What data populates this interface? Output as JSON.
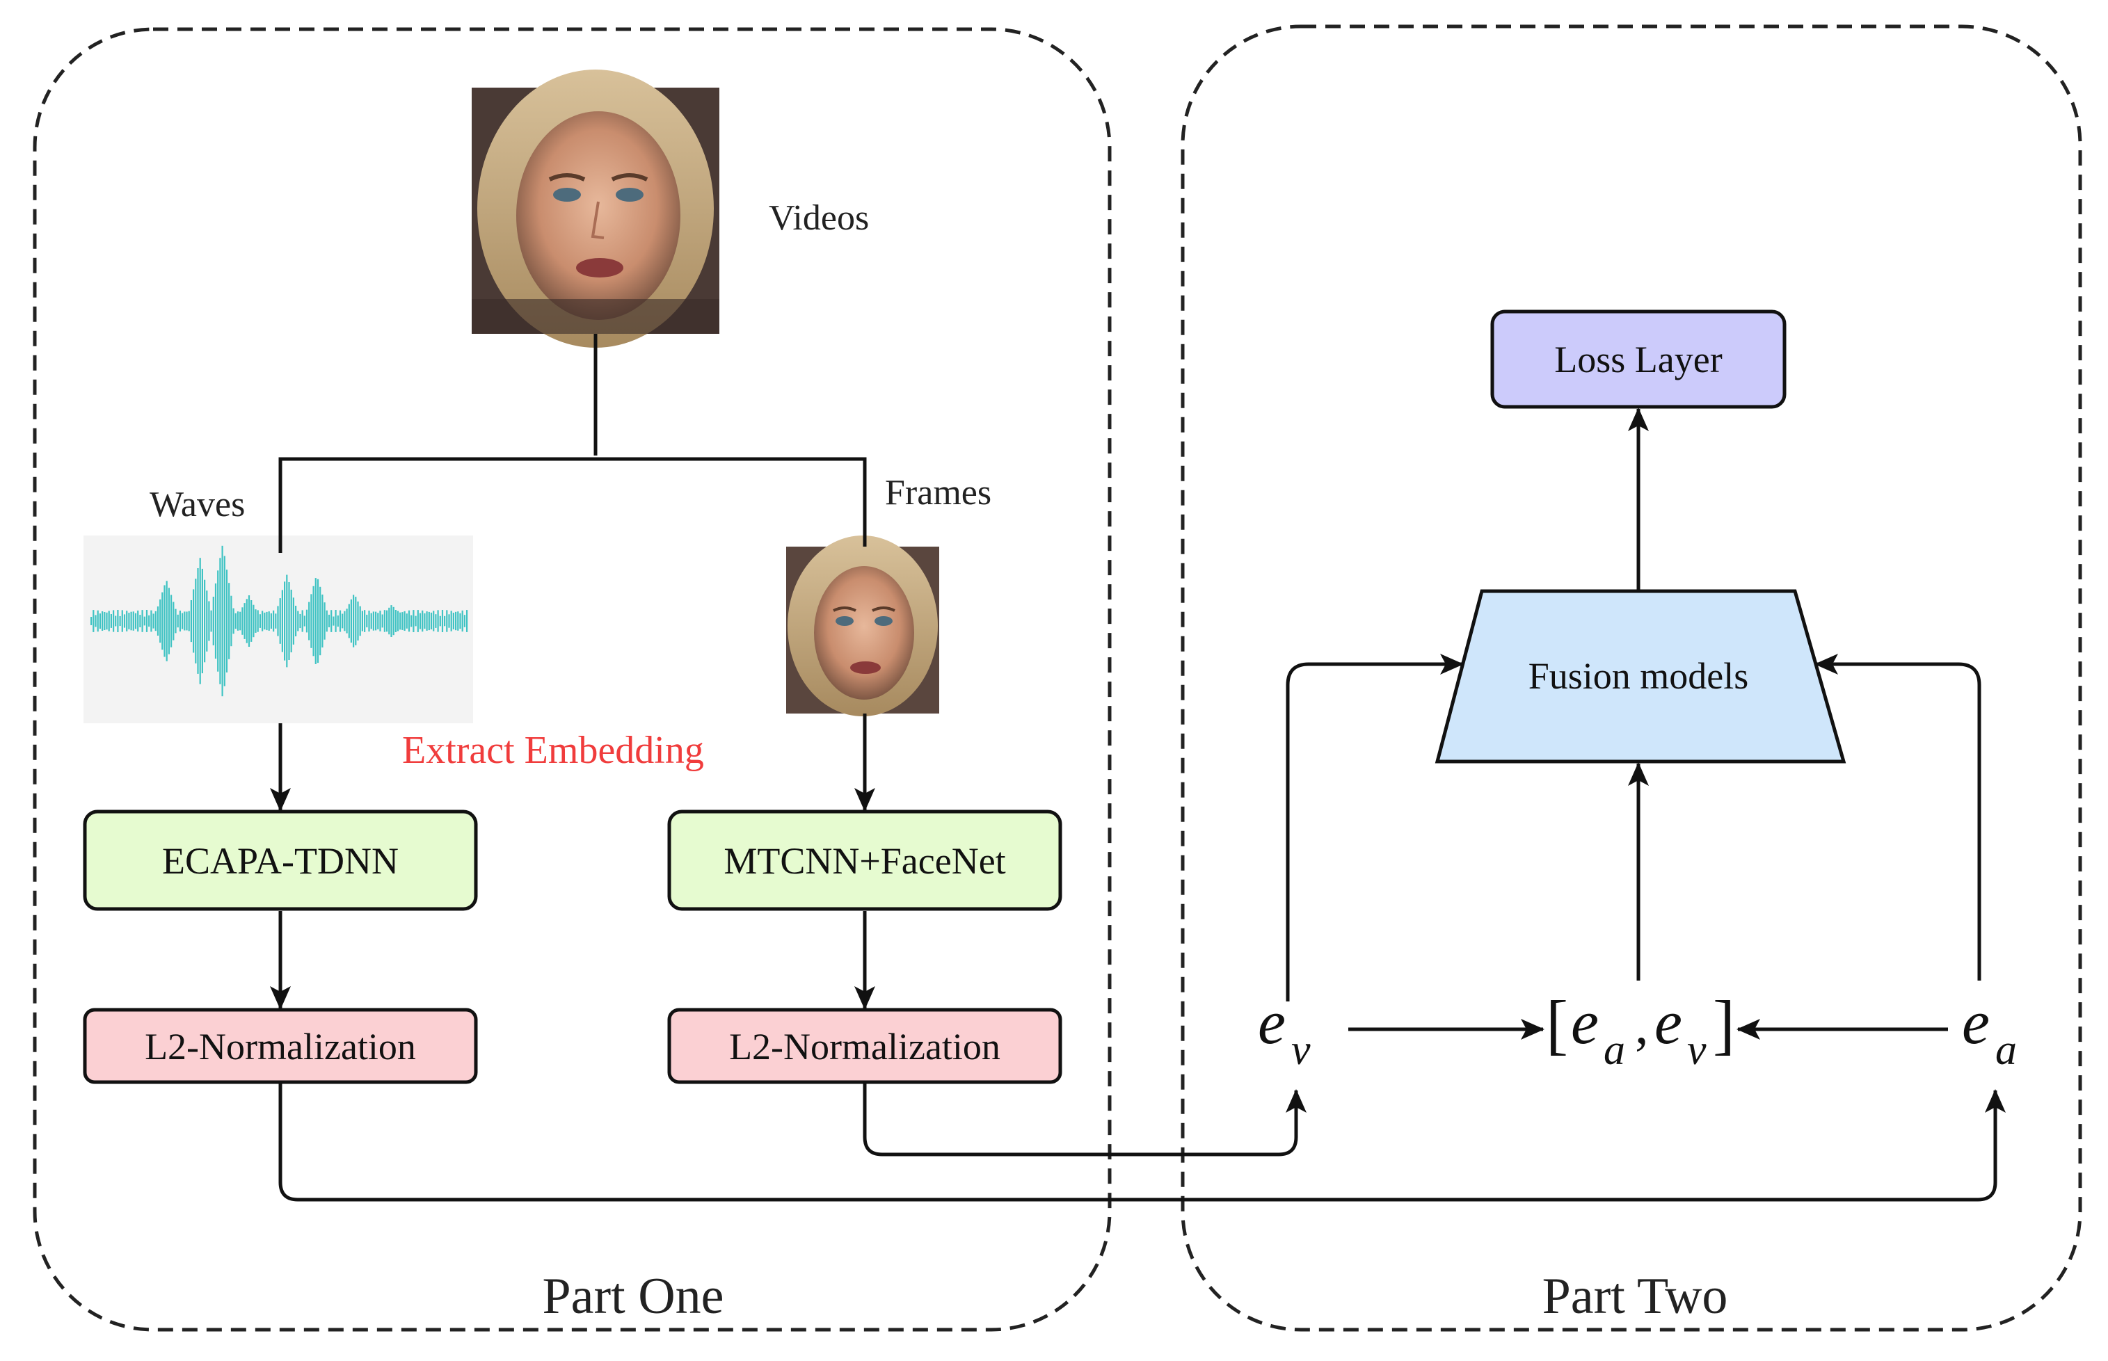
{
  "labels": {
    "videos": "Videos",
    "waves": "Waves",
    "frames": "Frames",
    "extract_embedding": "Extract Embedding",
    "part_one": "Part One",
    "part_two": "Part Two"
  },
  "boxes": {
    "ecapa": "ECAPA-TDNN",
    "mtcnn": "MTCNN+FaceNet",
    "l2_left": "L2-Normalization",
    "l2_right": "L2-Normalization",
    "loss": "Loss Layer",
    "fusion": "Fusion models"
  },
  "math": {
    "ev_base": "e",
    "ev_sub": "v",
    "ea_base": "e",
    "ea_sub": "a",
    "concat_open": "[",
    "concat_e1": "e",
    "concat_sub1": "a",
    "concat_comma": ",",
    "concat_e2": "e",
    "concat_sub2": "v",
    "concat_close": "]"
  },
  "colors": {
    "green_box": "#e6fbd0",
    "pink_box": "#fbd0d3",
    "loss_box": "#cccbfb",
    "fusion_box": "#cfe6fb",
    "waveform": "#3fc3c3",
    "extract_text": "#f03c3c"
  }
}
